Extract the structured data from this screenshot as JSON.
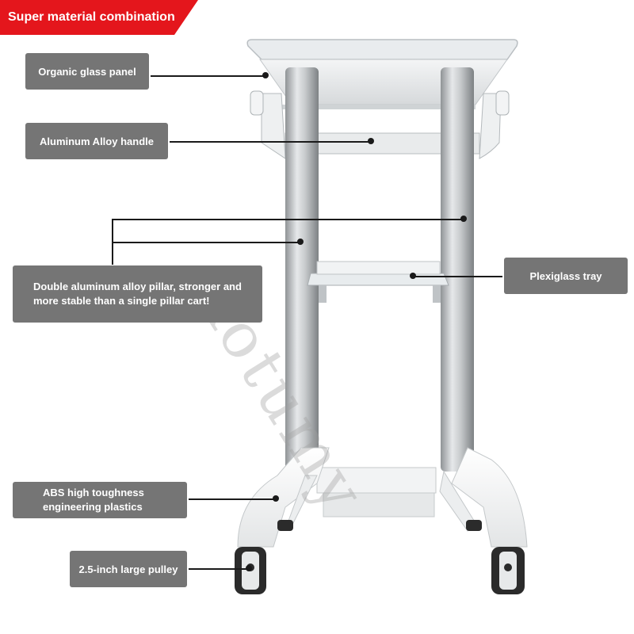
{
  "banner": {
    "title": "Super material combination"
  },
  "callouts": {
    "organic_glass_panel": "Organic glass panel",
    "aluminum_handle": "Aluminum Alloy handle",
    "double_pillar": "Double aluminum alloy pillar, stronger and more stable than a single pillar cart!",
    "plexiglass_tray": "Plexiglass tray",
    "abs_plastics": "ABS high toughness engineering plastics",
    "pulley": "2.5-inch large pulley"
  },
  "watermark": {
    "text": "Kotumy"
  },
  "colors": {
    "banner": "#e4161c",
    "label_background": "#757575",
    "label_text": "#ffffff",
    "leader_line": "#1a1a1a"
  }
}
